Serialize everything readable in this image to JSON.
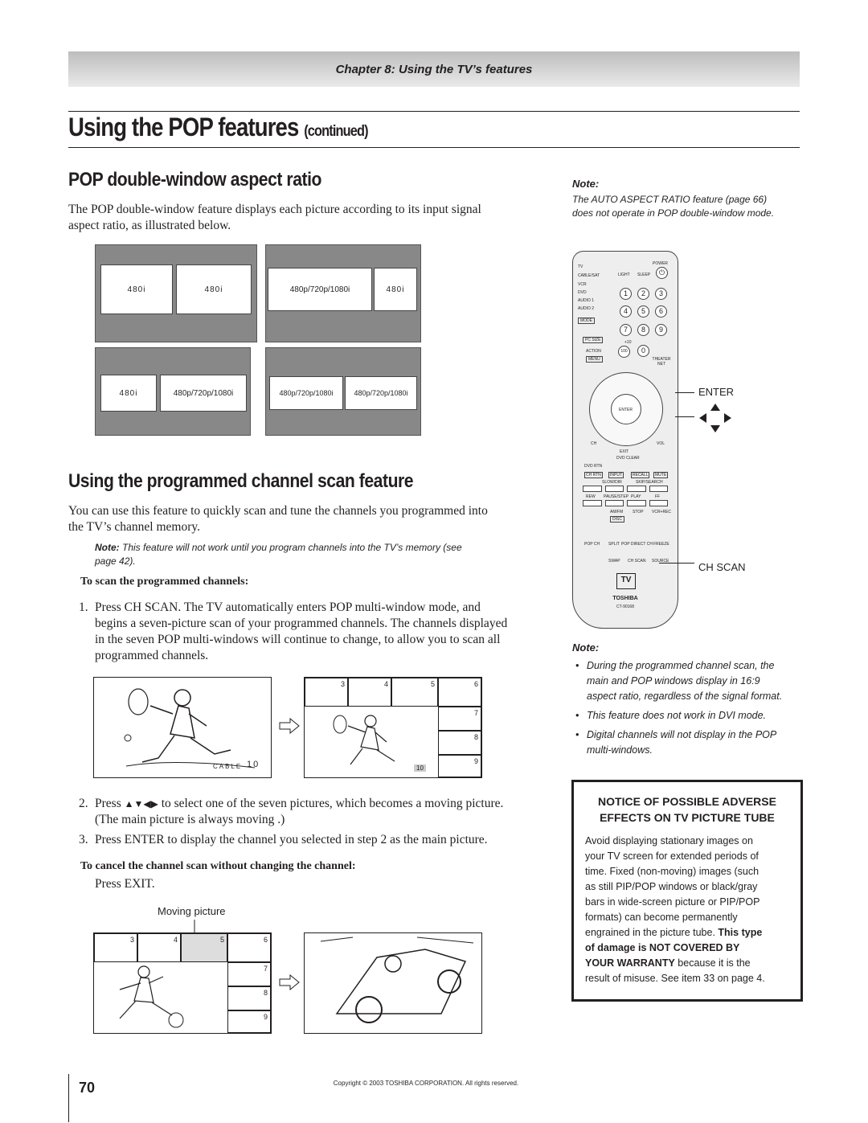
{
  "header": {
    "chapter": "Chapter 8: Using the TV’s features"
  },
  "title": {
    "main": "Using the POP features",
    "sub": "(continued)"
  },
  "sec1": {
    "heading": "POP double-window aspect ratio",
    "para1": "The POP double-window feature displays each picture according to its input signal",
    "para2": "aspect ratio, as illustrated below.",
    "diag": {
      "a1": "480i",
      "a2": "480i",
      "b1": "480p/720p/1080i",
      "b2": "480i",
      "c1": "480i",
      "c2": "480p/720p/1080i",
      "d1": "480p/720p/1080i",
      "d2": "480p/720p/1080i"
    }
  },
  "sec2": {
    "heading": "Using the programmed channel scan feature",
    "para1": "You can use this feature to quickly scan and tune the channels you programmed into",
    "para2": "the TV’s channel memory.",
    "note_label": "Note:",
    "note1": "This feature will not work until you program channels into the TV’s memory (see",
    "note2": "page 42).",
    "sub1": "To scan the programmed channels:",
    "step1_n": "1.",
    "step1_l1": "Press CH SCAN. The TV automatically enters POP multi-window mode, and",
    "step1_l2": "begins a seven-picture scan of your programmed channels. The channels displayed",
    "step1_l3": "in the seven POP multi-windows will continue to change, to allow you to scan all",
    "step1_l4": "programmed channels.",
    "cable_label": "CABLE",
    "cable_num": "10",
    "small_num": "10",
    "thumbs": [
      "3",
      "4",
      "5",
      "6",
      "7",
      "8",
      "9"
    ],
    "step2_n": "2.",
    "step2_l1a": "Press",
    "step2_arrows": "▲▼◀▶",
    "step2_l1b": "to select one of the seven pictures, which becomes a moving picture.",
    "step2_l2": "(The main picture is always moving .)",
    "step3_n": "3.",
    "step3": "Press ENTER to display the channel you selected in step 2 as the main picture.",
    "sub2": "To cancel the channel scan without changing the channel:",
    "press_exit": "Press EXIT.",
    "moving_label": "Moving picture"
  },
  "note_top": {
    "label": "Note:",
    "l1": "The AUTO ASPECT RATIO feature (page 66)",
    "l2": "does not operate in POP double-window mode."
  },
  "remote": {
    "power": "POWER",
    "tv": "TV",
    "cable": "CABLE/SAT",
    "vcr": "VCR",
    "dvd": "DVD",
    "audio1": "AUDIO 1",
    "audio2": "AUDIO 2",
    "mode": "MODE",
    "light": "LIGHT",
    "sleep": "SLEEP",
    "pcsize": "PC SIZE",
    "action": "ACTION",
    "menu": "MENU",
    "theater": "THEATER NET",
    "plus10": "+10",
    "hundred": "100",
    "keys": [
      "1",
      "2",
      "3",
      "4",
      "5",
      "6",
      "7",
      "8",
      "9",
      "0"
    ],
    "enter": "ENTER",
    "exit": "EXIT",
    "ch": "CH",
    "vol": "VOL",
    "dvdclear": "DVD CLEAR",
    "dvdrtn": "DVD RTN",
    "chrtn": "CH RTN",
    "input": "INPUT",
    "recall": "RECALL",
    "mute": "MUTE",
    "slowdir": "SLOW/DIR",
    "skipsearch": "SKIP/SEARCH",
    "rew": "REW",
    "pause": "PAUSE/STEP",
    "play": "PLAY",
    "ff": "FF",
    "amfm": "AM/FM",
    "stop": "STOP",
    "vcrrec": "VCR+REC",
    "disc": "DISC",
    "popch": "POP CH",
    "splitlbl": "SPLIT",
    "popdirect": "POP DIRECT CH",
    "freeze": "FREEZE",
    "swap": "SWAP",
    "chscan_btn": "CH SCAN",
    "source": "SOURCE",
    "brand": "TOSHIBA",
    "model": "CT-90168",
    "callout_enter": "ENTER",
    "callout_arrows": "▲◀▶▼",
    "callout_chscan": "CH SCAN"
  },
  "note_bottom": {
    "label": "Note:",
    "b1l1": "During the programmed channel scan, the",
    "b1l2": "main and POP windows display in 16:9",
    "b1l3": "aspect ratio, regardless of the signal format.",
    "b2": "This feature does not work in DVI mode.",
    "b3l1": "Digital channels will not display in the POP",
    "b3l2": "multi-windows.",
    "bullet": "•"
  },
  "notice": {
    "h1": "NOTICE OF POSSIBLE ADVERSE",
    "h2": "EFFECTS ON TV PICTURE TUBE",
    "l1": "Avoid displaying stationary images on",
    "l2": "your TV screen for extended periods of",
    "l3": "time. Fixed (non-moving) images (such",
    "l4": "as still PIP/POP windows or black/gray",
    "l5": "bars in wide-screen picture or PIP/POP",
    "l6": "formats) can become permanently",
    "l7a": "engrained in the picture tube.",
    "l7b": "This type",
    "l8": "of damage is NOT COVERED BY",
    "l9a": "YOUR WARRANTY",
    "l9b": "because it is the",
    "l10": "result of misuse. See item 33 on page 4."
  },
  "footer": {
    "page": "70",
    "copyright": "Copyright © 2003 TOSHIBA CORPORATION. All rights reserved."
  }
}
